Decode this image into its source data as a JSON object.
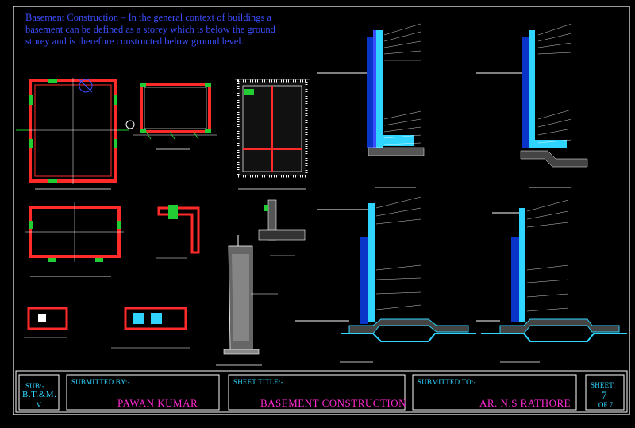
{
  "intro": {
    "line1": "Basement Construction – In the general context of buildings a",
    "line2": "basement can be defined as a storey which is below the ground",
    "line3": "storey and is therefore constructed below ground level."
  },
  "title_block": {
    "sub_label": "SUB:-",
    "sub_value": "B.T.&M.",
    "sub_num": "V",
    "submitted_by_label": "SUBMITTED BY:-",
    "submitted_by_value": "PAWAN KUMAR",
    "sheet_title_label": "SHEET TITLE:-",
    "sheet_title_value": "BASEMENT CONSTRUCTION",
    "submitted_to_label": "SUBMITTED TO:-",
    "submitted_to_value": "AR. N.S RATHORE",
    "sheet_label": "SHEET",
    "sheet_num": "7",
    "sheet_of": "OF 7"
  },
  "colors": {
    "frame": "#ffffff",
    "wall": "#ff2a2a",
    "green": "#22cc33",
    "cyan": "#2fd5ff",
    "blue": "#3a4dff",
    "magenta": "#ff2bd0",
    "yellow": "#e6e600"
  }
}
